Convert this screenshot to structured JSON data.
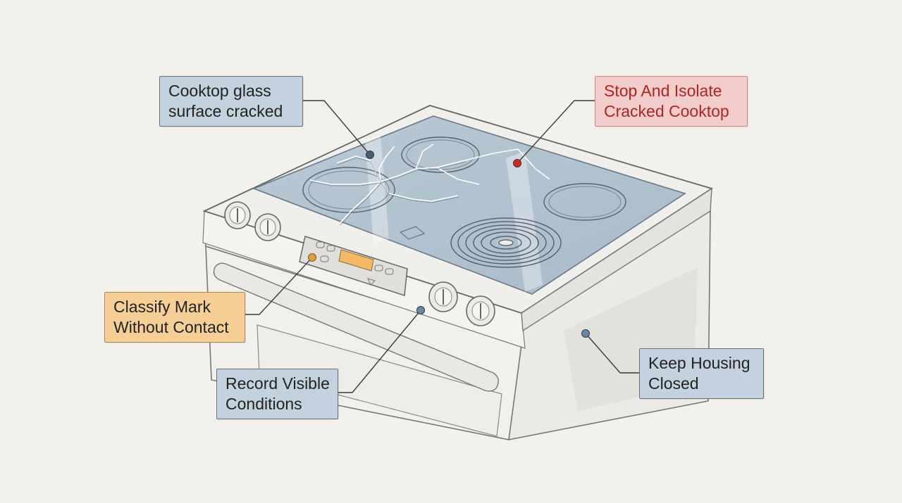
{
  "diagram": {
    "subject": "electric range with cracked glass cooktop",
    "accent_colors": {
      "red": "#b3231f",
      "blue_label": "#c3d2de",
      "orange_label": "#f5cf96",
      "red_label": "#f3cdcb"
    }
  },
  "callouts": {
    "cooktop_crack": {
      "line1": "Cooktop glass",
      "line2": "surface cracked"
    },
    "stop_isolate": {
      "line1": "Stop And Isolate",
      "line2": "Cracked Cooktop"
    },
    "classify_mark": {
      "line1": "Classify Mark",
      "line2": "Without Contact"
    },
    "record_conditions": {
      "line1": "Record Visible",
      "line2": "Conditions"
    },
    "keep_housing": {
      "line1": "Keep Housing",
      "line2": "Closed"
    }
  }
}
